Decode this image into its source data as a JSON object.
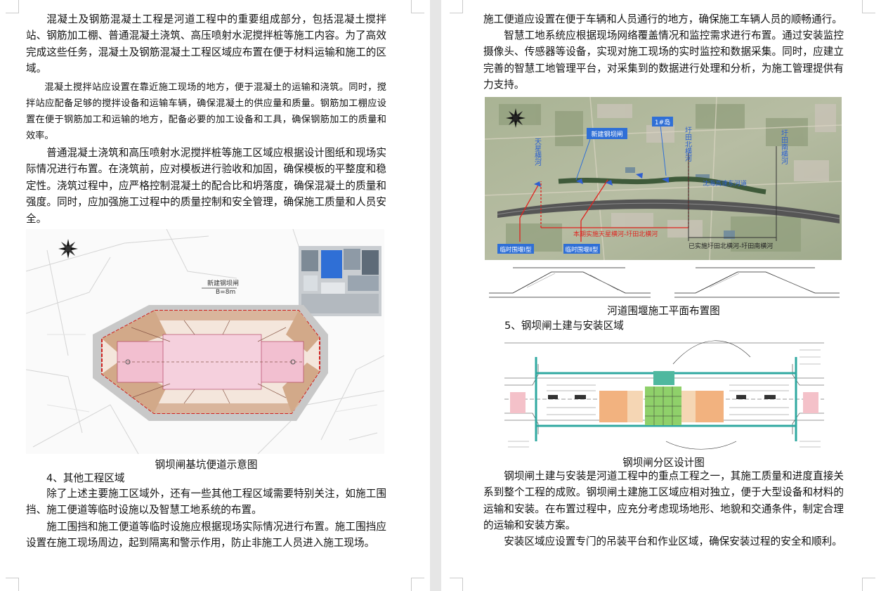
{
  "left_page": {
    "paragraphs": [
      "混凝土及钢筋混凝土工程是河道工程中的重要组成部分，包括混凝土搅拌站、钢筋加工棚、普通混凝土浇筑、高压喷射水泥搅拌桩等施工内容。为了高效完成这些任务，混凝土及钢筋混凝土工程区域应布置在便于材料运输和施工的区域。",
      "混凝土搅拌站应设置在靠近施工现场的地方，便于混凝土的运输和浇筑。同时，搅拌站应配备足够的搅拌设备和运输车辆，确保混凝土的供应量和质量。钢筋加工棚应设置在便于钢筋加工和运输的地方，配备必要的加工设备和工具，确保钢筋加工的质量和效率。",
      "普通混凝土浇筑和高压喷射水泥搅拌桩等施工区域应根据设计图纸和现场实际情况进行布置。在浇筑前，应对模板进行验收和加固，确保模板的平整度和稳定性。浇筑过程中，应严格控制混凝土的配合比和坍落度，确保混凝土的质量和强度。同时，应加强施工过程中的质量控制和安全管理，确保施工质量和人员安全。"
    ],
    "figure": {
      "caption": "钢坝闸基坑便道示意图",
      "label_new_gate": "新建钢坝闸",
      "label_width": "B=8m"
    },
    "section_heading": "4、其他工程区域",
    "paragraphs_2": [
      "除了上述主要施工区域外，还有一些其他工程区域需要特别关注，如施工围挡、施工便道等临时设施以及智慧工地系统的布置。",
      "施工围挡和施工便道等临时设施应根据现场实际情况进行布置。施工围挡应设置在施工现场周边，起到隔离和警示作用，防止非施工人员进入施工现场。"
    ]
  },
  "right_page": {
    "paragraphs": [
      "施工便道应设置在便于车辆和人员通行的地方，确保施工车辆人员的顺畅通行。",
      "智慧工地系统应根据现场网络覆盖情况和监控需求进行布置。通过安装监控摄像头、传感器等设备，实现对施工现场的实时监控和数据采集。同时，应建立完善的智慧工地管理平台，对采集到的数据进行处理和分析，为施工管理提供有力支持。"
    ],
    "map": {
      "caption": "河道围堰施工平面布置图",
      "label_tianxing": "天星横河",
      "label_new_gate": "新建钢坝闸",
      "label_island": "1#岛",
      "label_yutian_north": "圩田北横河",
      "label_yutian_south": "圩田南横河",
      "label_river": "沈海高速东河道",
      "label_this_phase": "本期实施天星横河-圩田北横河",
      "label_done": "已实施圩田北横河-圩田南横河",
      "label_type1": "临时围堰Ⅰ型",
      "label_type2": "临时围堰Ⅱ型"
    },
    "section_heading": "5、钢坝闸土建与安装区域",
    "figure2": {
      "caption": "钢坝闸分区设计图"
    },
    "paragraphs_2": [
      "钢坝闸土建与安装是河道工程中的重点工程之一，其施工质量和进度直接关系到整个工程的成败。钢坝闸土建施工区域应相对独立，便于大型设备和材料的运输和安装。在布置过程中，应充分考虑现场地形、地貌和交通条件，制定合理的运输和安装方案。",
      "安装区域应设置专门的吊装平台和作业区域，确保安装过程的安全和顺利。"
    ]
  }
}
